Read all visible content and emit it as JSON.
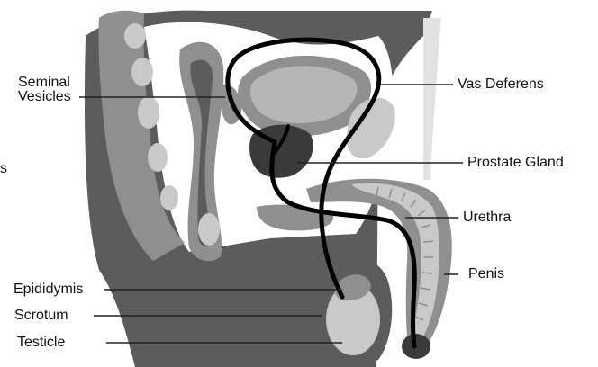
{
  "labels": {
    "seminal_line1": "Seminal",
    "seminal_line2": "Vesicles",
    "left_fragment": "s",
    "vas_deferens": "Vas Deferens",
    "prostate_gland": "Prostate Gland",
    "urethra": "Urethra",
    "penis": "Penis",
    "epididymis": "Epididymis",
    "scrotum": "Scrotum",
    "testicle": "Testicle"
  },
  "colors": {
    "dark_tissue": "#5c5c5c",
    "mid_tissue": "#8f8f8f",
    "light_tissue": "#c9c9c9",
    "very_light": "#e2e2e2",
    "duct": "#000000",
    "leader": "#222222"
  }
}
